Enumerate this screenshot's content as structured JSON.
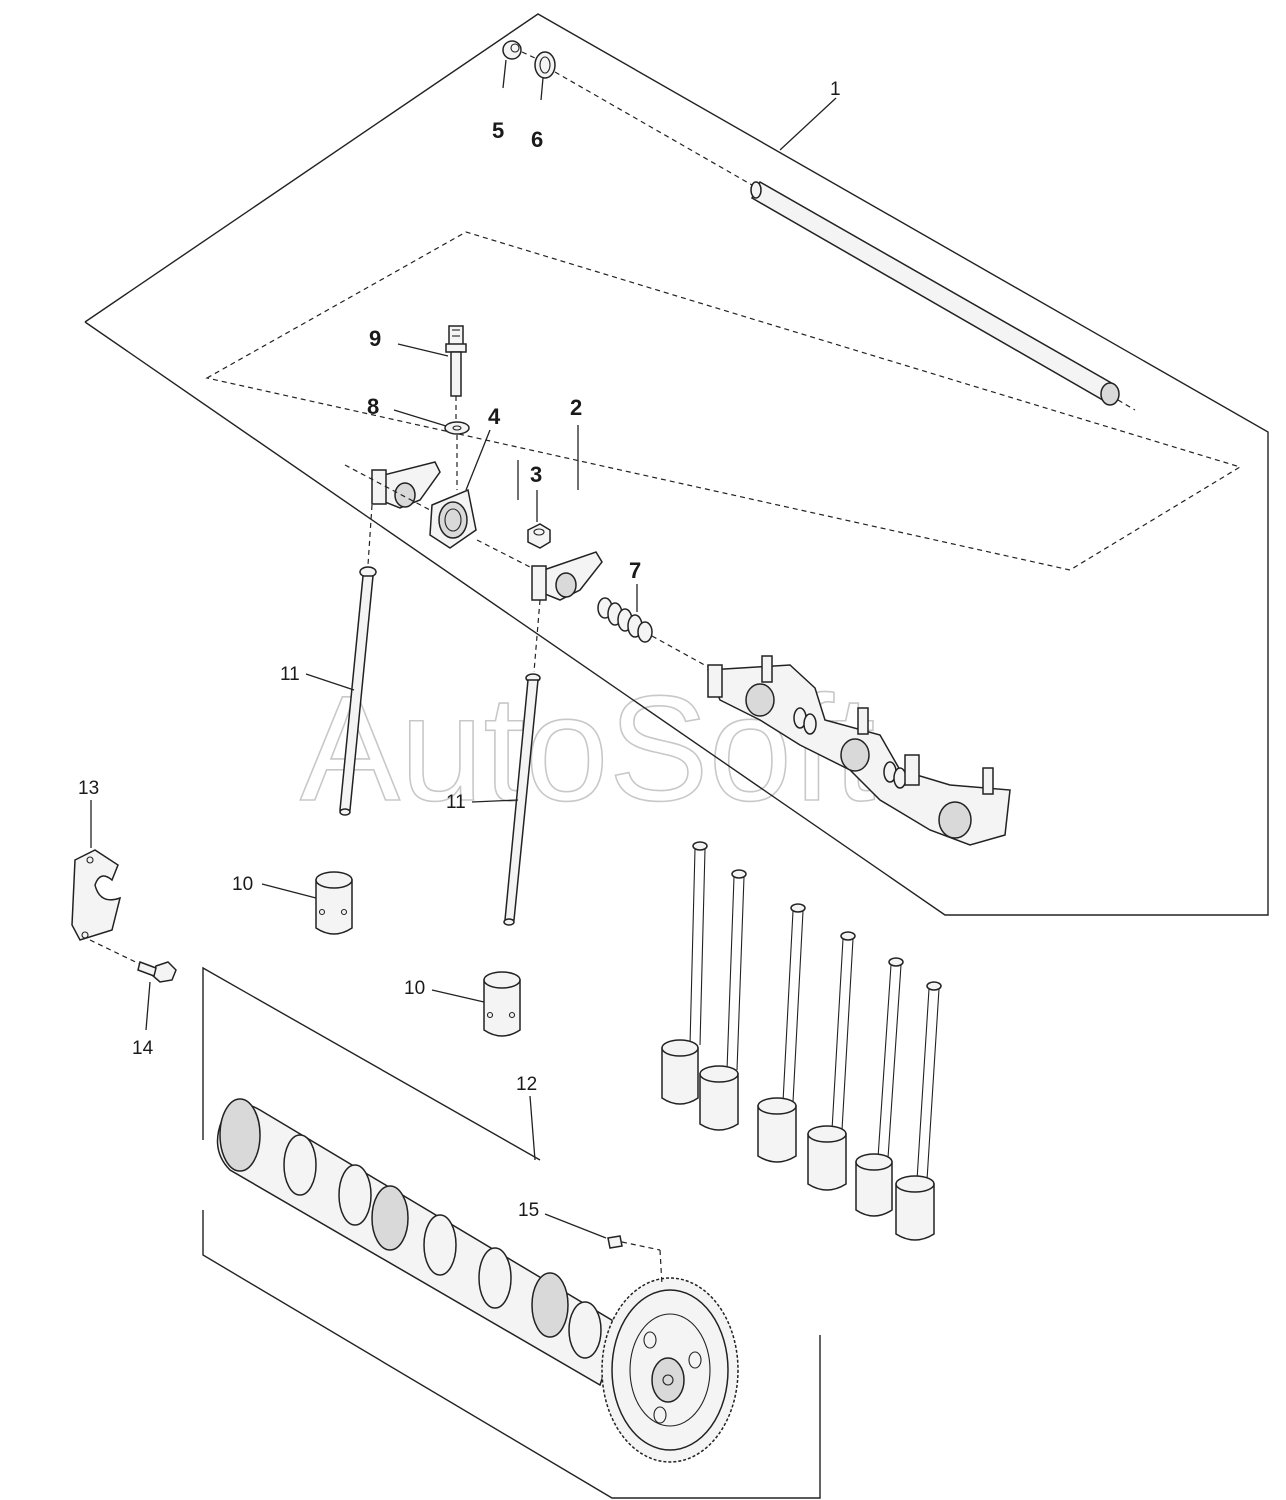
{
  "watermark": "AutoSoft",
  "callouts": {
    "c1": "1",
    "c2": "2",
    "c3": "3",
    "c4": "4",
    "c5": "5",
    "c6": "6",
    "c7": "7",
    "c8": "8",
    "c9": "9",
    "c10a": "10",
    "c10b": "10",
    "c11a": "11",
    "c11b": "11",
    "c12": "12",
    "c13": "13",
    "c14": "14",
    "c15": "15"
  }
}
